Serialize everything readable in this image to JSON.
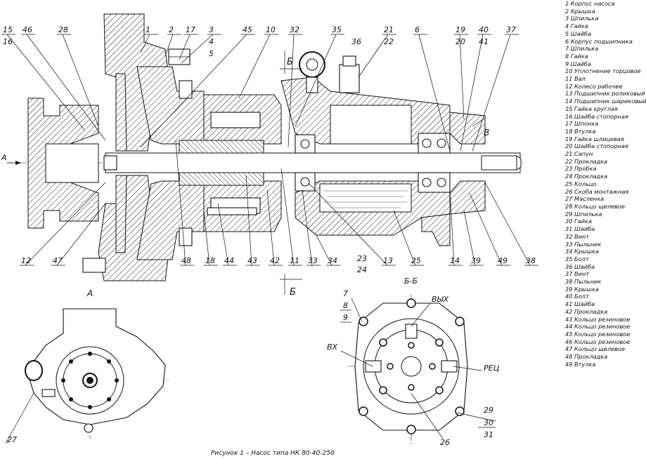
{
  "section_view": {
    "label_a": "А",
    "label_b": "Б",
    "label_v": "В",
    "callouts_top": [
      "15",
      "16",
      "46",
      "28",
      "1",
      "2",
      "17",
      "3",
      "4",
      "5",
      "45",
      "10",
      "32",
      "35",
      "36",
      "21",
      "22",
      "6",
      "19",
      "20",
      "40",
      "41",
      "37"
    ],
    "callouts_bottom": [
      "12",
      "47",
      "48",
      "18",
      "44",
      "43",
      "42",
      "11",
      "33",
      "34",
      "24",
      "23",
      "13",
      "25",
      "14",
      "39",
      "49",
      "38"
    ]
  },
  "view_a": {
    "title": "А",
    "callouts": [
      "27"
    ]
  },
  "view_bb": {
    "title": "Б-Б",
    "port_out": "ВЫХ",
    "port_in": "ВХ",
    "port_rec": "РЕЦ",
    "callouts": [
      "7",
      "8",
      "9",
      "26",
      "29",
      "30",
      "31"
    ]
  },
  "parts_list": [
    "1 Корпус насоса",
    "2 Крышка",
    "3 Шпилька",
    "4 Гайка",
    "5 Шайба",
    "6 Корпус подшипника",
    "7 Шпилька",
    "8 Гайка",
    "9 Шайба",
    "10 Уплотнение торцовое",
    "11 Вал",
    "12 Колесо рабочее",
    "13 Подшипник роликовый",
    "14 Подшипник шариковый",
    "15 Гайка круглая",
    "16 Шайба стопорная",
    "17 Шпонка",
    "18 Втулка",
    "19 Гайка шлицевая",
    "20 Шайба стопорная",
    "21 Сапун",
    "22 Прокладка",
    "23 Пробка",
    "24 Прокладка",
    "25 Кольцо",
    "26 Скоба монтажная",
    "27 Масленка",
    "28 Кольцо щелевое",
    "29 Шпилька",
    "30 Гайка",
    "31 Шайба",
    "32 Винт",
    "33 Пыльник",
    "34 Крышка",
    "35 Болт",
    "36 Шайба",
    "37 Винт",
    "38 Пыльник",
    "39 Крышка",
    "40 Болт",
    "41 Шайба",
    "42 Прокладка",
    "43 Кольцо резиновое",
    "44 Кольцо резиновое",
    "45 Кольцо резиновое",
    "46 Кольцо резиновое",
    "47 Кольцо щелевое",
    "48 Прокладка",
    "49 Втулка"
  ],
  "caption": "Рисунок 1 – Насос типа НК 80-40-250"
}
